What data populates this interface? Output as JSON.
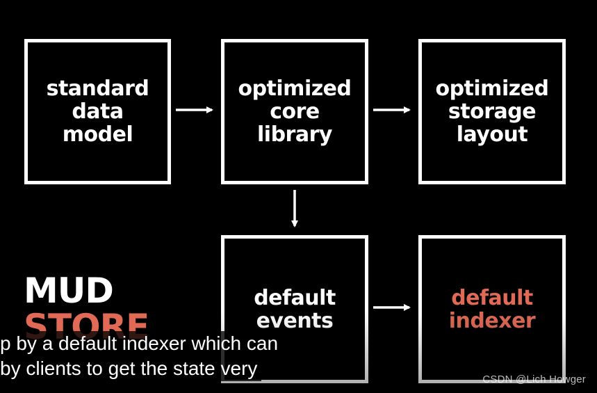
{
  "diagram": {
    "boxes": {
      "standard_data_model": "standard\ndata\nmodel",
      "optimized_core_library": "optimized\ncore\nlibrary",
      "optimized_storage_layout": "optimized\nstorage\nlayout",
      "default_events": "default\nevents",
      "default_indexer": "default\nindexer"
    },
    "edges": [
      {
        "from": "standard_data_model",
        "to": "optimized_core_library"
      },
      {
        "from": "optimized_core_library",
        "to": "optimized_storage_layout"
      },
      {
        "from": "optimized_core_library",
        "to": "default_events"
      },
      {
        "from": "default_events",
        "to": "default_indexer"
      }
    ],
    "highlight_color": "#e06a55",
    "box_border_color": "#ffffff"
  },
  "logo": {
    "line1": "MUD",
    "line2": "STORE"
  },
  "subtitles": {
    "line1": "p by a default indexer which can",
    "line2": "by clients to get the state very"
  },
  "watermark": "CSDN @Lich Howger"
}
